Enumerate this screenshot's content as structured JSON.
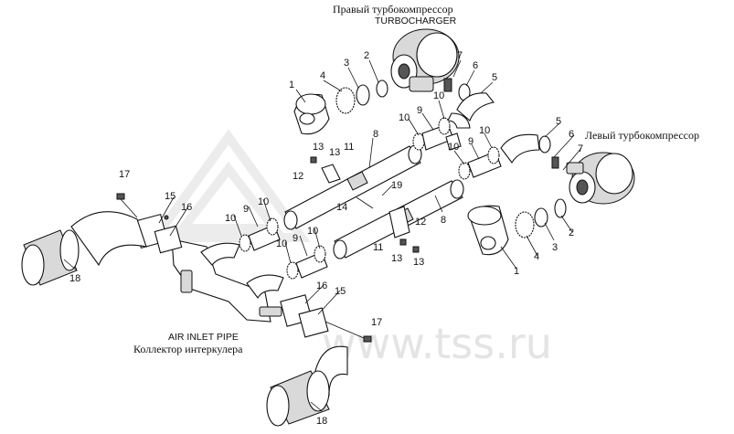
{
  "labels": {
    "right_turbo_ru": "Правый турбокомпрессор",
    "right_turbo_en": "TURBOCHARGER",
    "left_turbo_ru": "Левый турбокомпрессор",
    "air_inlet_en": "AIR INLET PIPE",
    "air_inlet_ru": "Коллектор интеркулера"
  },
  "watermark": "www.tss.ru",
  "callouts": {
    "c1a": "1",
    "c3a": "3",
    "c4a": "4",
    "c2a": "2",
    "c7a": "7",
    "c6a": "6",
    "c5a": "5",
    "c10a": "10",
    "c9a": "9",
    "c10b": "10",
    "c10c": "10",
    "c9b": "9",
    "c10d": "10",
    "c8a": "8",
    "c13a": "13",
    "c13b": "13",
    "c11a": "11",
    "c12a": "12",
    "c19": "19",
    "c14": "14",
    "c8b": "8",
    "c12b": "12",
    "c11b": "11",
    "c13c": "13",
    "c13d": "13",
    "c5b": "5",
    "c6b": "6",
    "c7b": "7",
    "c3b": "3",
    "c2b": "2",
    "c4b": "4",
    "c1b": "1",
    "c17a": "17",
    "c15a": "15",
    "c16a": "16",
    "c10e": "10",
    "c9c": "9",
    "c10f": "10",
    "c10g": "10",
    "c9d": "9",
    "c10h": "10",
    "c18a": "18",
    "c16b": "16",
    "c15b": "15",
    "c17b": "17",
    "c18b": "18"
  }
}
